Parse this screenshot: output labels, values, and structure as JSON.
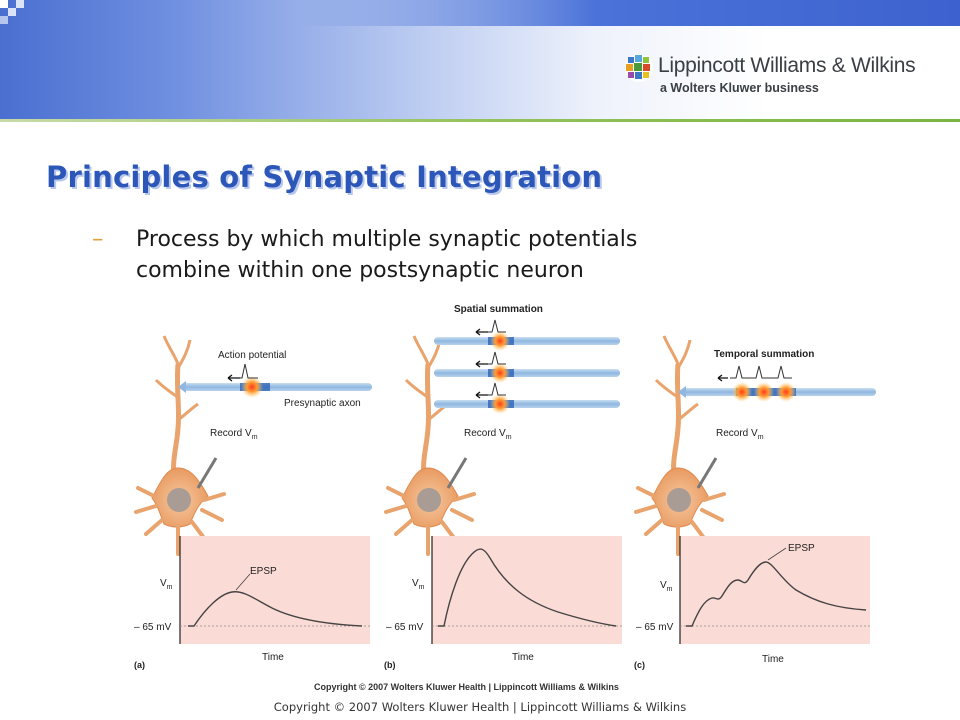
{
  "header": {
    "publisher_name": "Lippincott Williams & Wilkins",
    "publisher_tagline": "a Wolters Kluwer business",
    "colors": {
      "blue_band": "#4a6fd0",
      "green_line": "#7ab442",
      "title_blue": "#2c56b8"
    }
  },
  "slide": {
    "title": "Principles of Synaptic Integration",
    "bullet_marker": "–",
    "bullet_line1": "Process by which multiple synaptic potentials",
    "bullet_line2": "combine within one postsynaptic neuron"
  },
  "figure": {
    "panels": [
      {
        "id": "a",
        "letter": "(a)",
        "heading": "",
        "label_action_potential": "Action potential",
        "label_axon": "Presynaptic axon",
        "record_label": "Record V",
        "record_sub": "m",
        "vm_label": "V",
        "vm_sub": "m",
        "baseline_label": "– 65 mV",
        "x_label": "Time",
        "trace_label": "EPSP"
      },
      {
        "id": "b",
        "letter": "(b)",
        "heading": "Spatial summation",
        "record_label": "Record V",
        "record_sub": "m",
        "vm_label": "V",
        "vm_sub": "m",
        "baseline_label": "– 65 mV",
        "x_label": "Time"
      },
      {
        "id": "c",
        "letter": "(c)",
        "heading": "Temporal summation",
        "record_label": "Record V",
        "record_sub": "m",
        "vm_label": "V",
        "vm_sub": "m",
        "baseline_label": "– 65 mV",
        "x_label": "Time",
        "trace_label": "EPSP"
      }
    ],
    "figure_copyright": "Copyright © 2007 Wolters Kluwer Health | Lippincott Williams & Wilkins"
  },
  "footer": {
    "copyright": "Copyright © 2007 Wolters Kluwer Health | Lippincott  Williams & Wilkins"
  }
}
